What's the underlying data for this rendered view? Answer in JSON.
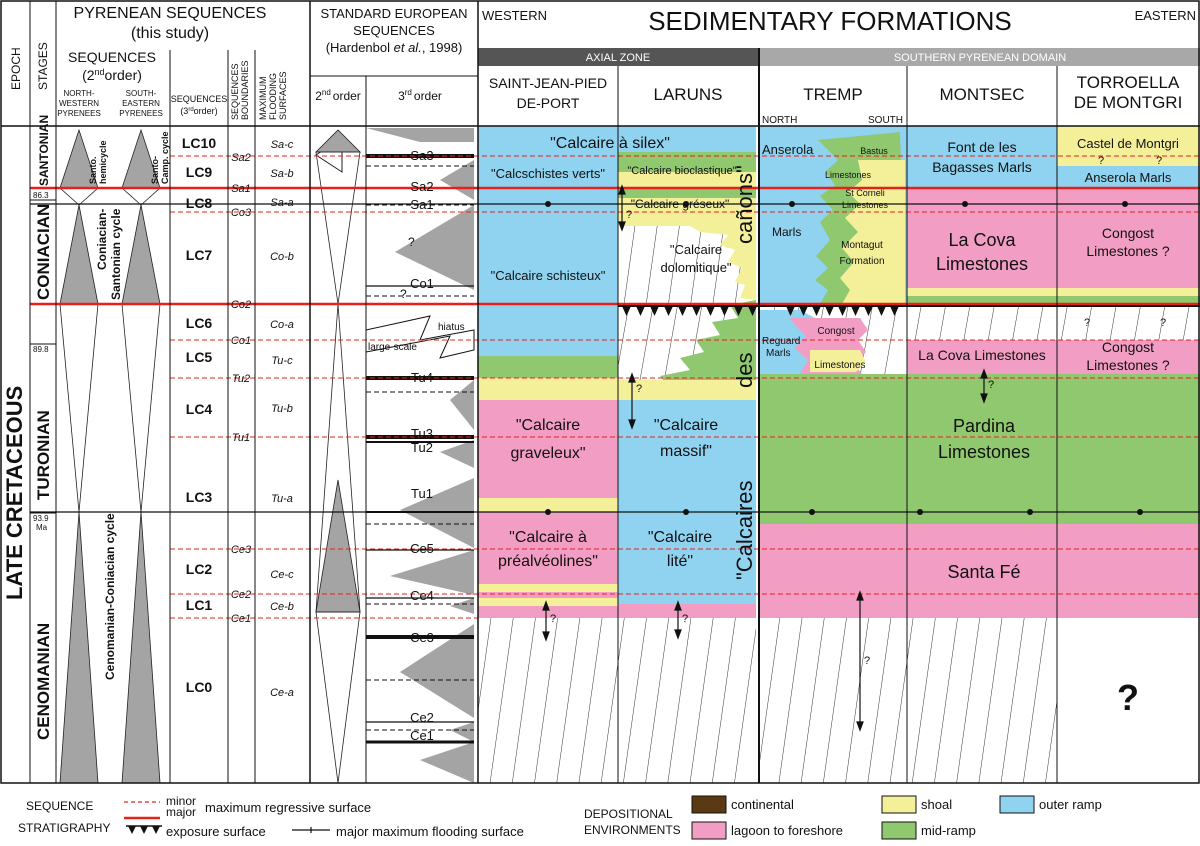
{
  "colors": {
    "continental": "#5a3a12",
    "shoal": "#f4f09a",
    "outer_ramp": "#8fd3f1",
    "lagoon_to_foreshore": "#f29ec4",
    "mid_ramp": "#8fc86e",
    "major_mrs": "#e8201b",
    "axial_zone_band": "#555555",
    "southern_band": "#a8a8a8",
    "triangle": "#a4a4a4"
  },
  "headers": {
    "epoch": "EPOCH",
    "stages": "STAGES",
    "pyrenean_title_1": "PYRENEAN SEQUENCES",
    "pyrenean_title_2": "(this study)",
    "seq2_title_1": "SEQUENCES",
    "seq2_title_2": "(2",
    "seq2_sup": "nd",
    "seq2_title_3": "order)",
    "nw_1": "NORTH-",
    "nw_2": "WESTERN",
    "nw_3": "PYRENEES",
    "se_1": "SOUTH-",
    "se_2": "EASTERN",
    "se_3": "PYRENEES",
    "seq3_1": "SEQUENCES",
    "seq3_2": "(3",
    "seq3_sup": "rd",
    "seq3_3": "order)",
    "boundaries_1": "SEQUENCES",
    "boundaries_2": "BOUNDARIES",
    "mfs_1": "MAXIMUM",
    "mfs_2": "FLOODING",
    "mfs_3": "SURFACES",
    "std_1": "STANDARD EUROPEAN",
    "std_2": "SEQUENCES",
    "std_3a": "(Hardenbol ",
    "std_3b": "et al.",
    "std_3c": ", 1998)",
    "second_order": "2",
    "second_order_sup": "nd",
    "second_order_word": "order",
    "third_order": "3",
    "third_order_sup": "rd",
    "third_order_word": "order",
    "western": "WESTERN",
    "sedimentary": "SEDIMENTARY FORMATIONS",
    "eastern": "EASTERN",
    "axial_zone": "AXIAL ZONE",
    "southern_domain": "SOUTHERN PYRENEAN DOMAIN",
    "sjpp_1": "SAINT-JEAN-PIED",
    "sjpp_2": "DE-PORT",
    "laruns": "LARUNS",
    "tremp": "TREMP",
    "tremp_north": "NORTH",
    "tremp_south": "SOUTH",
    "montsec": "MONTSEC",
    "torroella_1": "TORROELLA",
    "torroella_2": "DE MONTGRI"
  },
  "epoch_label": "LATE CRETACEOUS",
  "stages": [
    "SANTONIAN",
    "CONIACIAN",
    "TURONIAN",
    "CENOMANIAN"
  ],
  "ages": [
    "86.3",
    "89.8",
    "93.9",
    "Ma"
  ],
  "cycles": {
    "santo_hemi_1": "Santo.",
    "santo_hemi_2": "hemicycle",
    "santo_camp_1": "Santo-",
    "santo_camp_2": "Camp. cycle",
    "con_sant_1": "Coniacian-",
    "con_sant_2": "Santonian cycle",
    "cen_con": "Cenomanian-Coniacian cycle"
  },
  "sequences_3rd": [
    "LC10",
    "LC9",
    "LC8",
    "LC7",
    "LC6",
    "LC5",
    "LC4",
    "LC3",
    "LC2",
    "LC1",
    "LC0"
  ],
  "boundaries": [
    "Sa2",
    "Sa1",
    "Co3",
    "Co2",
    "Co1",
    "Tu2",
    "Tu1",
    "Ce3",
    "Ce2",
    "Ce1"
  ],
  "mfs": [
    "Sa-c",
    "Sa-b",
    "Sa-a",
    "Co-b",
    "Co-a",
    "Tu-c",
    "Tu-b",
    "Tu-a",
    "Ce-c",
    "Ce-b",
    "Ce-a"
  ],
  "european": [
    "Sa3",
    "Sa2",
    "Sa1",
    "Co1",
    "Tu4",
    "Tu3",
    "Tu2",
    "Tu1",
    "Ce5",
    "Ce4",
    "Ce3",
    "Ce2",
    "Ce1"
  ],
  "european_misc": {
    "q1": "?",
    "q2": "?",
    "large_scale": "large-scale",
    "hiatus": "hiatus"
  },
  "formations": {
    "calcaire_silex": "\"Calcaire à silex\"",
    "calcschistes_verts": "\"Calcschistes verts\"",
    "calcaire_schisteux": "\"Calcaire schisteux\"",
    "calcaire_graveleux_1": "\"Calcaire",
    "calcaire_graveleux_2": "graveleux\"",
    "calcaire_prealv_1": "\"Calcaire à",
    "calcaire_prealv_2": "préalvéolines\"",
    "calcaire_bioclastique": "\"Calcaire bioclastique\"",
    "calcaire_greseux": "\"Calcaire gréseux\"",
    "calcaire_dolo_1": "\"Calcaire",
    "calcaire_dolo_2": "dolomitique\"",
    "calcaire_massif_1": "\"Calcaire",
    "calcaire_massif_2": "massif\"",
    "calcaire_lite_1": "\"Calcaire",
    "calcaire_lite_2": "lité\"",
    "calcaires_des_canons_1": "\"Calcaires",
    "calcaires_des_canons_2": "des",
    "calcaires_des_canons_3": "cañons\"",
    "anserola": "Anserola",
    "bastus": "Bastus",
    "bastus_lime": "Limestones",
    "st_corneli_1": "St Corneli",
    "st_corneli_2": "Limestones",
    "marls": "Marls",
    "montagut_1": "Montagut",
    "montagut_2": "Formation",
    "reguard_1": "Reguard",
    "reguard_2": "Marls",
    "congost_1": "Congost",
    "congost_2": "Limestones",
    "font_bagasses_1": "Font de les",
    "font_bagasses_2": "Bagasses Marls",
    "la_cova_1": "La Cova",
    "la_cova_2": "Limestones",
    "la_cova_low": "La Cova Limestones",
    "castel": "Castel de Montgri",
    "anserola_marls": "Anserola Marls",
    "congost_q_1": "Congost",
    "congost_q_2": "Limestones ?",
    "pardina_1": "Pardina",
    "pardina_2": "Limestones",
    "santa_fe": "Santa Fé",
    "big_question": "?",
    "q": "?"
  },
  "legend": {
    "seq_strat_1": "SEQUENCE",
    "seq_strat_2": "STRATIGRAPHY",
    "minor": "minor",
    "major": "major",
    "mrs": "maximum regressive surface",
    "exposure": "exposure surface",
    "major_mfs": "major maximum flooding surface",
    "dep_1": "DEPOSITIONAL",
    "dep_2": "ENVIRONMENTS",
    "continental": "continental",
    "shoal": "shoal",
    "outer_ramp": "outer ramp",
    "lagoon": "lagoon to foreshore",
    "mid_ramp": "mid-ramp"
  }
}
